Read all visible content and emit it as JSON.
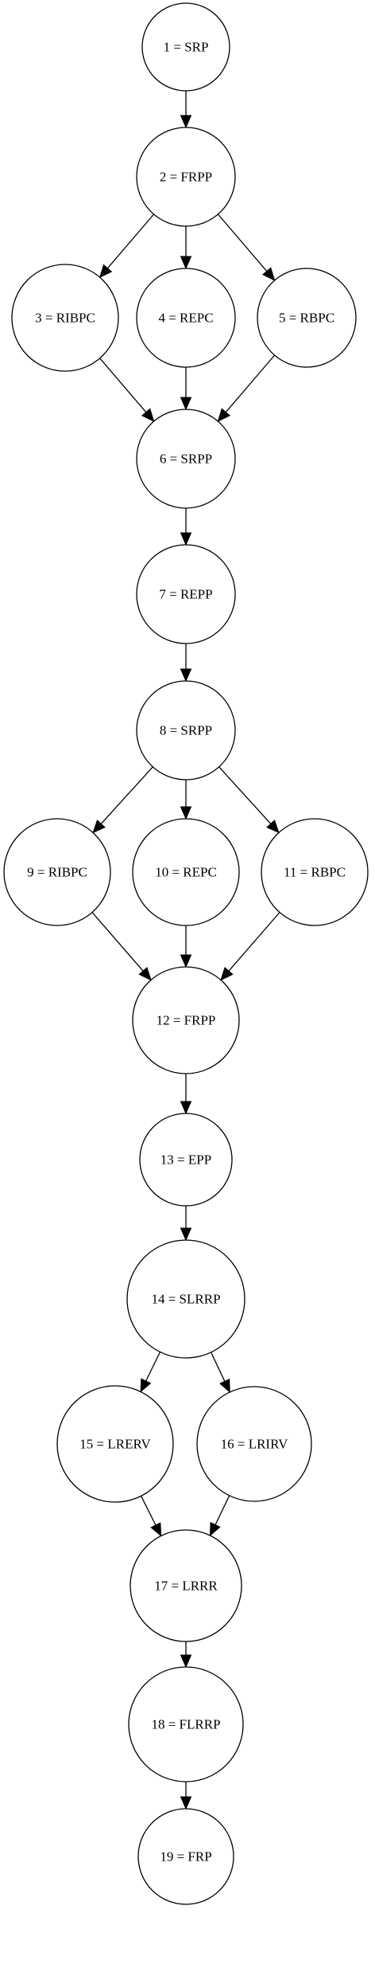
{
  "nodes": [
    {
      "id": "n1",
      "label": "1 = SRP"
    },
    {
      "id": "n2",
      "label": "2 = FRPP"
    },
    {
      "id": "n3",
      "label": "3 = RIBPC"
    },
    {
      "id": "n4",
      "label": "4 = REPC"
    },
    {
      "id": "n5",
      "label": "5 = RBPC"
    },
    {
      "id": "n6",
      "label": "6 = SRPP"
    },
    {
      "id": "n7",
      "label": "7 = REPP"
    },
    {
      "id": "n8",
      "label": "8 = SRPP"
    },
    {
      "id": "n9",
      "label": "9 = RIBPC"
    },
    {
      "id": "n10",
      "label": "10 = REPC"
    },
    {
      "id": "n11",
      "label": "11 = RBPC"
    },
    {
      "id": "n12",
      "label": "12 = FRPP"
    },
    {
      "id": "n13",
      "label": "13 = EPP"
    },
    {
      "id": "n14",
      "label": "14 = SLRRP"
    },
    {
      "id": "n15",
      "label": "15 = LRERV"
    },
    {
      "id": "n16",
      "label": "16 = LRIRV"
    },
    {
      "id": "n17",
      "label": "17 = LRRR"
    },
    {
      "id": "n18",
      "label": "18 = FLRRP"
    },
    {
      "id": "n19",
      "label": "19 = FRP"
    }
  ],
  "edges": [
    [
      "n1",
      "n2"
    ],
    [
      "n2",
      "n3"
    ],
    [
      "n2",
      "n4"
    ],
    [
      "n2",
      "n5"
    ],
    [
      "n3",
      "n6"
    ],
    [
      "n4",
      "n6"
    ],
    [
      "n5",
      "n6"
    ],
    [
      "n6",
      "n7"
    ],
    [
      "n7",
      "n8"
    ],
    [
      "n8",
      "n9"
    ],
    [
      "n8",
      "n10"
    ],
    [
      "n8",
      "n11"
    ],
    [
      "n9",
      "n12"
    ],
    [
      "n10",
      "n12"
    ],
    [
      "n11",
      "n12"
    ],
    [
      "n12",
      "n13"
    ],
    [
      "n13",
      "n14"
    ],
    [
      "n14",
      "n15"
    ],
    [
      "n14",
      "n16"
    ],
    [
      "n15",
      "n17"
    ],
    [
      "n16",
      "n17"
    ],
    [
      "n17",
      "n18"
    ],
    [
      "n18",
      "n19"
    ]
  ]
}
